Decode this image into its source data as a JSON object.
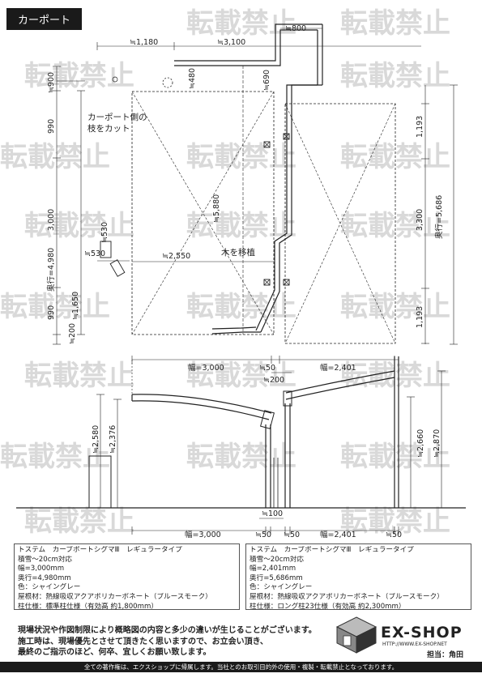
{
  "section_tag": "カーポート",
  "watermark": "転載禁止",
  "plan": {
    "dims_top": [
      "≒1,180",
      "≒3,100",
      "≒800"
    ],
    "dims_left_outer": [
      "≒900",
      "990",
      "3,000",
      "990",
      "≒200"
    ],
    "depth_left": "奥行=4,980",
    "dims_small": [
      "≒480",
      "≒690",
      "≒530",
      "≒530",
      "≒1,650"
    ],
    "diag_left": "≒5,880",
    "width_mid": "≒2,550",
    "dims_right": [
      "1,193",
      "3,300",
      "1,193"
    ],
    "depth_right": "奥行=5,686",
    "note_cut_line1": "カーポート側の",
    "note_cut_line2": "枝をカット",
    "note_move": "木を移植"
  },
  "elevation": {
    "top_width_left": "幅=3,000",
    "top_50": "≒50",
    "top_width_right": "幅=2,401",
    "top_200": "≒200",
    "height_left_1": "≒2,580",
    "height_left_2": "≒2,376",
    "height_right_1": "≒2,660",
    "height_right_2": "≒2,870",
    "bottom_100": "≒100",
    "bottom_width_left": "幅=3,000",
    "bottom_50a": "≒50",
    "bottom_50b": "≒50",
    "bottom_width_right": "幅=2,401",
    "bottom_50c": "≒50"
  },
  "spec_left": {
    "title": "トステム　カーブポートシグマⅢ　レギュラータイプ",
    "snow": "積雪～20cm対応",
    "width": "幅=3,000mm",
    "depth": "奥行=4,980mm",
    "color": "色：シャイングレー",
    "roof": "屋根材：熱線吸収アクアポリカーボネート（ブルースモーク）",
    "post": "柱仕様：標準柱仕様（有効高 約1,800mm）"
  },
  "spec_right": {
    "title": "トステム　カーブポートシグマⅢ　レギュラータイプ",
    "snow": "積雪～20cm対応",
    "width": "幅=2,401mm",
    "depth": "奥行=5,686mm",
    "color": "色：シャイングレー",
    "roof": "屋根材：熱線吸収アクアポリカーボネート（ブルースモーク）",
    "post": "柱仕様：ロング柱23仕様（有効高 約2,300mm）"
  },
  "notice": {
    "line1": "現場状況や作図制限により概略図の内容と多少の違いが生じることがございます。",
    "line2": "施工時は、現場優先とさせて頂きたく思いますので、お立会い頂き、",
    "line3": "最終のご指示のほど、何卒、宜しくお願い致します。"
  },
  "logo": {
    "name": "EX-SHOP",
    "url": "HTTP://WWW.EX-SHOP.NET",
    "staff": "担当：角田"
  },
  "footer": "全ての著作権は、エクスショップに帰属します。当社とのお取引目的外の使用・複製・転載禁止となっております。"
}
